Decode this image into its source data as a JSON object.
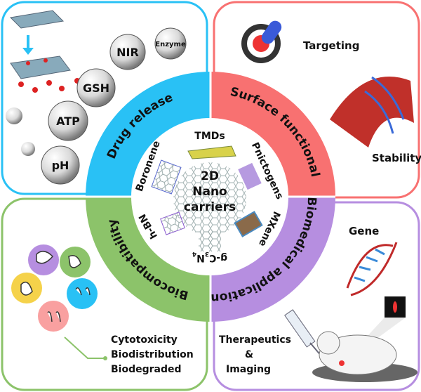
{
  "colors": {
    "drug_release": "#29c1f5",
    "surface_functional": "#f87171",
    "biocompatibility": "#8cc36a",
    "biomedical_application": "#b68ee0"
  },
  "center": {
    "line1": "2D",
    "line2": "Nano",
    "line3": "carriers"
  },
  "ring": {
    "drug_release": "Drug release",
    "surface_functional": "Surface functional",
    "biomedical_application": "Biomedical application",
    "biocompatibility": "Biocompatibility"
  },
  "materials": {
    "tmds": "TMDs",
    "pnictogens": "Pnictogens",
    "mxene": "MXene",
    "gcn_prefix": "g-C",
    "gcn_sub1": "3",
    "gcn_n": "N",
    "gcn_sub2": "4",
    "hbn": "h-BN",
    "boronene": "Boronene"
  },
  "drug_release_panel": {
    "stimuli": [
      "NIR",
      "Enzyme",
      "GSH",
      "ATP",
      "pH"
    ]
  },
  "surface_panel": {
    "targeting": "Targeting",
    "stability": "Stability"
  },
  "biocompat_panel": {
    "items": [
      "Cytotoxicity",
      "Biodistribution",
      "Biodegraded"
    ]
  },
  "biomedical_panel": {
    "gene": "Gene",
    "therapeutics": "Therapeutics",
    "amp": "&",
    "imaging": "Imaging"
  }
}
